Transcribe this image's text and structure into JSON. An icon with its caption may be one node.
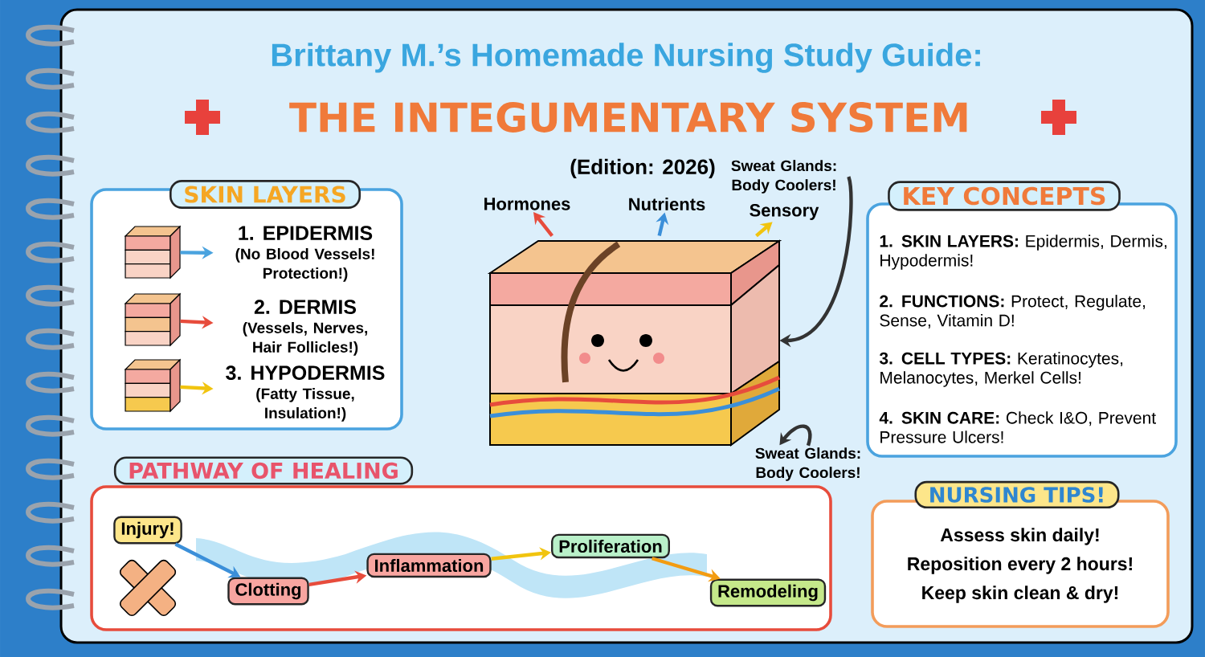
{
  "diagram": {
    "title": "THE INTEGUMENTARY SYSTEM",
    "nodes": [
      {
        "text": [
          "SKIN LAYERS"
        ]
      },
      {
        "text": [],
        "shape": "picture",
        "in": 0
      },
      {
        "text": [
          "1. EPIDERMIS",
          "(No Blood Vessels! Protection!)"
        ],
        "in": 0
      },
      {
        "text": [],
        "shape": "picture",
        "in": 0
      },
      {
        "text": [
          "2. DERMIS",
          "(Vessels, Nerves, Hair Follicles!)"
        ],
        "in": 0
      },
      {
        "text": [],
        "shape": "picture",
        "in": 0
      },
      {
        "text": [
          "3. HYPODERMIS",
          "(Fatty Tissue, Insulation!)"
        ],
        "in": 0
      },
      {
        "text": [],
        "shape": "picture"
      },
      {
        "text": [
          "Hormones"
        ]
      },
      {
        "text": [
          "Nutrients"
        ]
      },
      {
        "text": [
          "Sweat Glands: Body Coolers!"
        ]
      },
      {
        "text": [
          "Sensory"
        ]
      },
      {
        "text": [
          "Sweat Glands: Body Coolers!"
        ]
      },
      {
        "text": [
          "KEY CONCEPTS",
          "**1. SKIN LAYERS:** Epidermis, Dermis, Hypodermis!",
          "**2. FUNCTIONS:** Protect, Regulate, Sense, Vitamin D!",
          "**3. CELL TYPES:** Keratinocytes, Melanocytes, Merkel Cells!",
          "**4. SKIN CARE:** Check I&O, Prevent Pressure Ulcers!"
        ]
      },
      {
        "text": [
          "NURSING TIPS!",
          "Assess skin daily!",
          "Reposition every 2 hours!",
          "Keep skin clean & dry!"
        ]
      },
      {
        "text": [
          "PATHWAY OF HEALING"
        ]
      },
      {
        "text": [
          "Injury!"
        ],
        "in": 15
      },
      {
        "text": [
          "Clotting"
        ],
        "in": 15
      },
      {
        "text": [
          "Inflammation"
        ],
        "in": 15
      },
      {
        "text": [
          "Proliferation"
        ],
        "in": 15
      },
      {
        "text": [
          "Remodeling"
        ],
        "in": 15
      }
    ],
    "edges": [
      {
        "from": 1,
        "to": 2,
        "arrow": "to",
        "color": "#4aa3df"
      },
      {
        "from": 3,
        "to": 4,
        "arrow": "to",
        "color": "#e74c3c"
      },
      {
        "from": 5,
        "to": 6,
        "arrow": "to",
        "color": "#f1c40f"
      },
      {
        "from": 7,
        "to": 8,
        "arrow": "to",
        "color": "#e74c3c"
      },
      {
        "from": 7,
        "to": 9,
        "arrow": "to",
        "color": "#3b8fd9"
      },
      {
        "from": 7,
        "to": 11,
        "arrow": "to",
        "color": "#f1c40f"
      },
      {
        "from": 10,
        "to": 7,
        "arrow": "to",
        "color": "#333333"
      },
      {
        "from": 12,
        "to": 7,
        "arrow": "to",
        "color": "#333333"
      },
      {
        "from": 16,
        "to": 17,
        "arrow": "to",
        "color": "#3b8fd9"
      },
      {
        "from": 17,
        "to": 18,
        "arrow": "to",
        "color": "#e74c3c"
      },
      {
        "from": 18,
        "to": 19,
        "arrow": "to",
        "color": "#f1c40f"
      },
      {
        "from": 19,
        "to": 20,
        "arrow": "to",
        "color": "#f39c12"
      }
    ],
    "labels": [
      "Brittany M.’s Homemade Nursing Study Guide:",
      "(Edition: 2026)"
    ]
  }
}
